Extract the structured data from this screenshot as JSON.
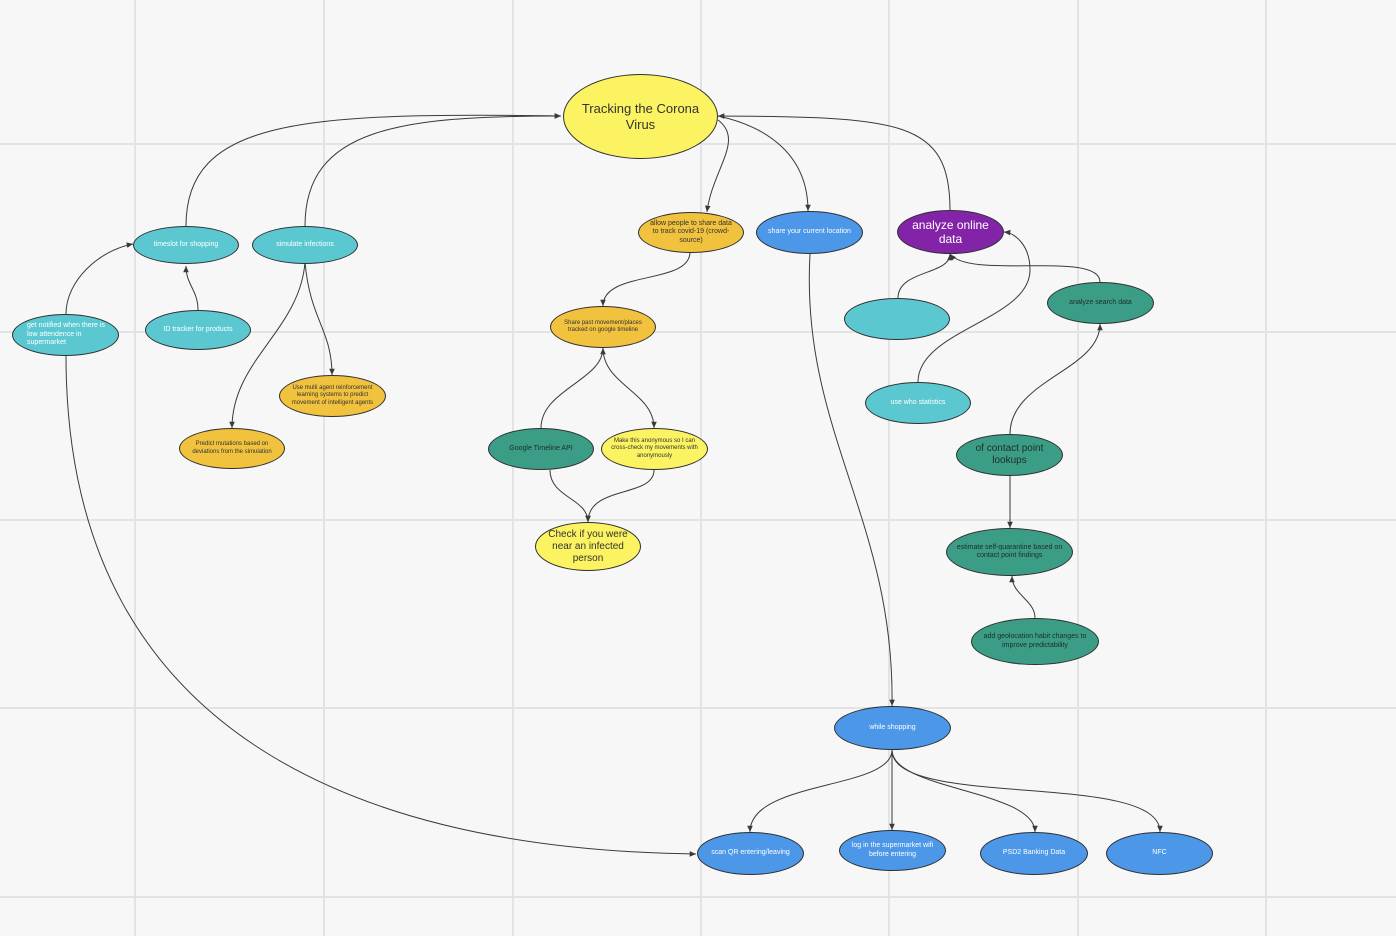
{
  "diagram": {
    "root": "Tracking the Corona Virus",
    "nodes": {
      "timeslot": "timeslot for shopping",
      "simulate": "simulate infections",
      "notified": "get notified when there is low attendence in supermarket",
      "id_tracker": "ID tracker for products",
      "multiagent": "Use multi agent reinforcement learning systems to predict movement of intelligent agents",
      "predict_mutations": "Predict mutations based on deviations from the simulation",
      "allow_share": "allow people to share data to track covid-19 (crowd-source)",
      "share_past": "Share past movement/places tracked on google timeline",
      "google_api": "Google Timeline API",
      "anonymous": "Make this anonymous so I can cross-check my movements with anonymously",
      "check_near": "Check if you were near an infected person",
      "share_location": "share your current location",
      "while_shopping": "while shopping",
      "scan_qr": "scan QR entering/leaving",
      "login_wifi": "log in the supermarket wifi before entering",
      "psd2": "PSD2 Banking Data",
      "nfc": "NFC",
      "analyze_online": "analyze online data",
      "empty_node": "",
      "analyze_search": "analyze search data",
      "who_stats": "use who statistics",
      "contact_lookups": "of contact point lookups",
      "estimate_quarantine": "estimate self-quarantine based on contact point findings",
      "geolocation": "add geolocation habit changes to improve predictability"
    },
    "colors": {
      "background": "#f7f7f7",
      "grid": "#e3e3e3",
      "cyan": "#5bc8d1",
      "orange": "#f1c23e",
      "yellow": "#fbf361",
      "green": "#3c9d86",
      "blue": "#4c97e8",
      "purple": "#8324a8"
    }
  }
}
